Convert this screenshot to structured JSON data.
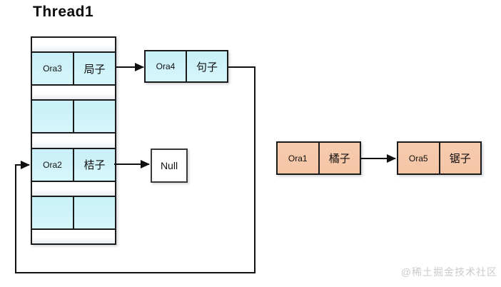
{
  "title": "Thread1",
  "stack": {
    "slots": [
      {
        "key": "Ora3",
        "value": "局子"
      },
      {
        "key": "",
        "value": ""
      },
      {
        "key": "Ora2",
        "value": "桔子"
      },
      {
        "key": "",
        "value": ""
      }
    ]
  },
  "nodes": {
    "ora4": {
      "key": "Ora4",
      "value": "句子"
    },
    "null_box": {
      "label": "Null"
    },
    "ora1": {
      "key": "Ora1",
      "value": "橘子"
    },
    "ora5": {
      "key": "Ora5",
      "value": "锯子"
    }
  },
  "colors": {
    "bucket_fill": "#cdf2f9",
    "node_fill_orange": "#f8cbad",
    "border": "#1b1b1b",
    "arrow": "#111111",
    "watermark_text_color": "#cbcbcb"
  },
  "watermark": "@稀土掘金技术社区"
}
